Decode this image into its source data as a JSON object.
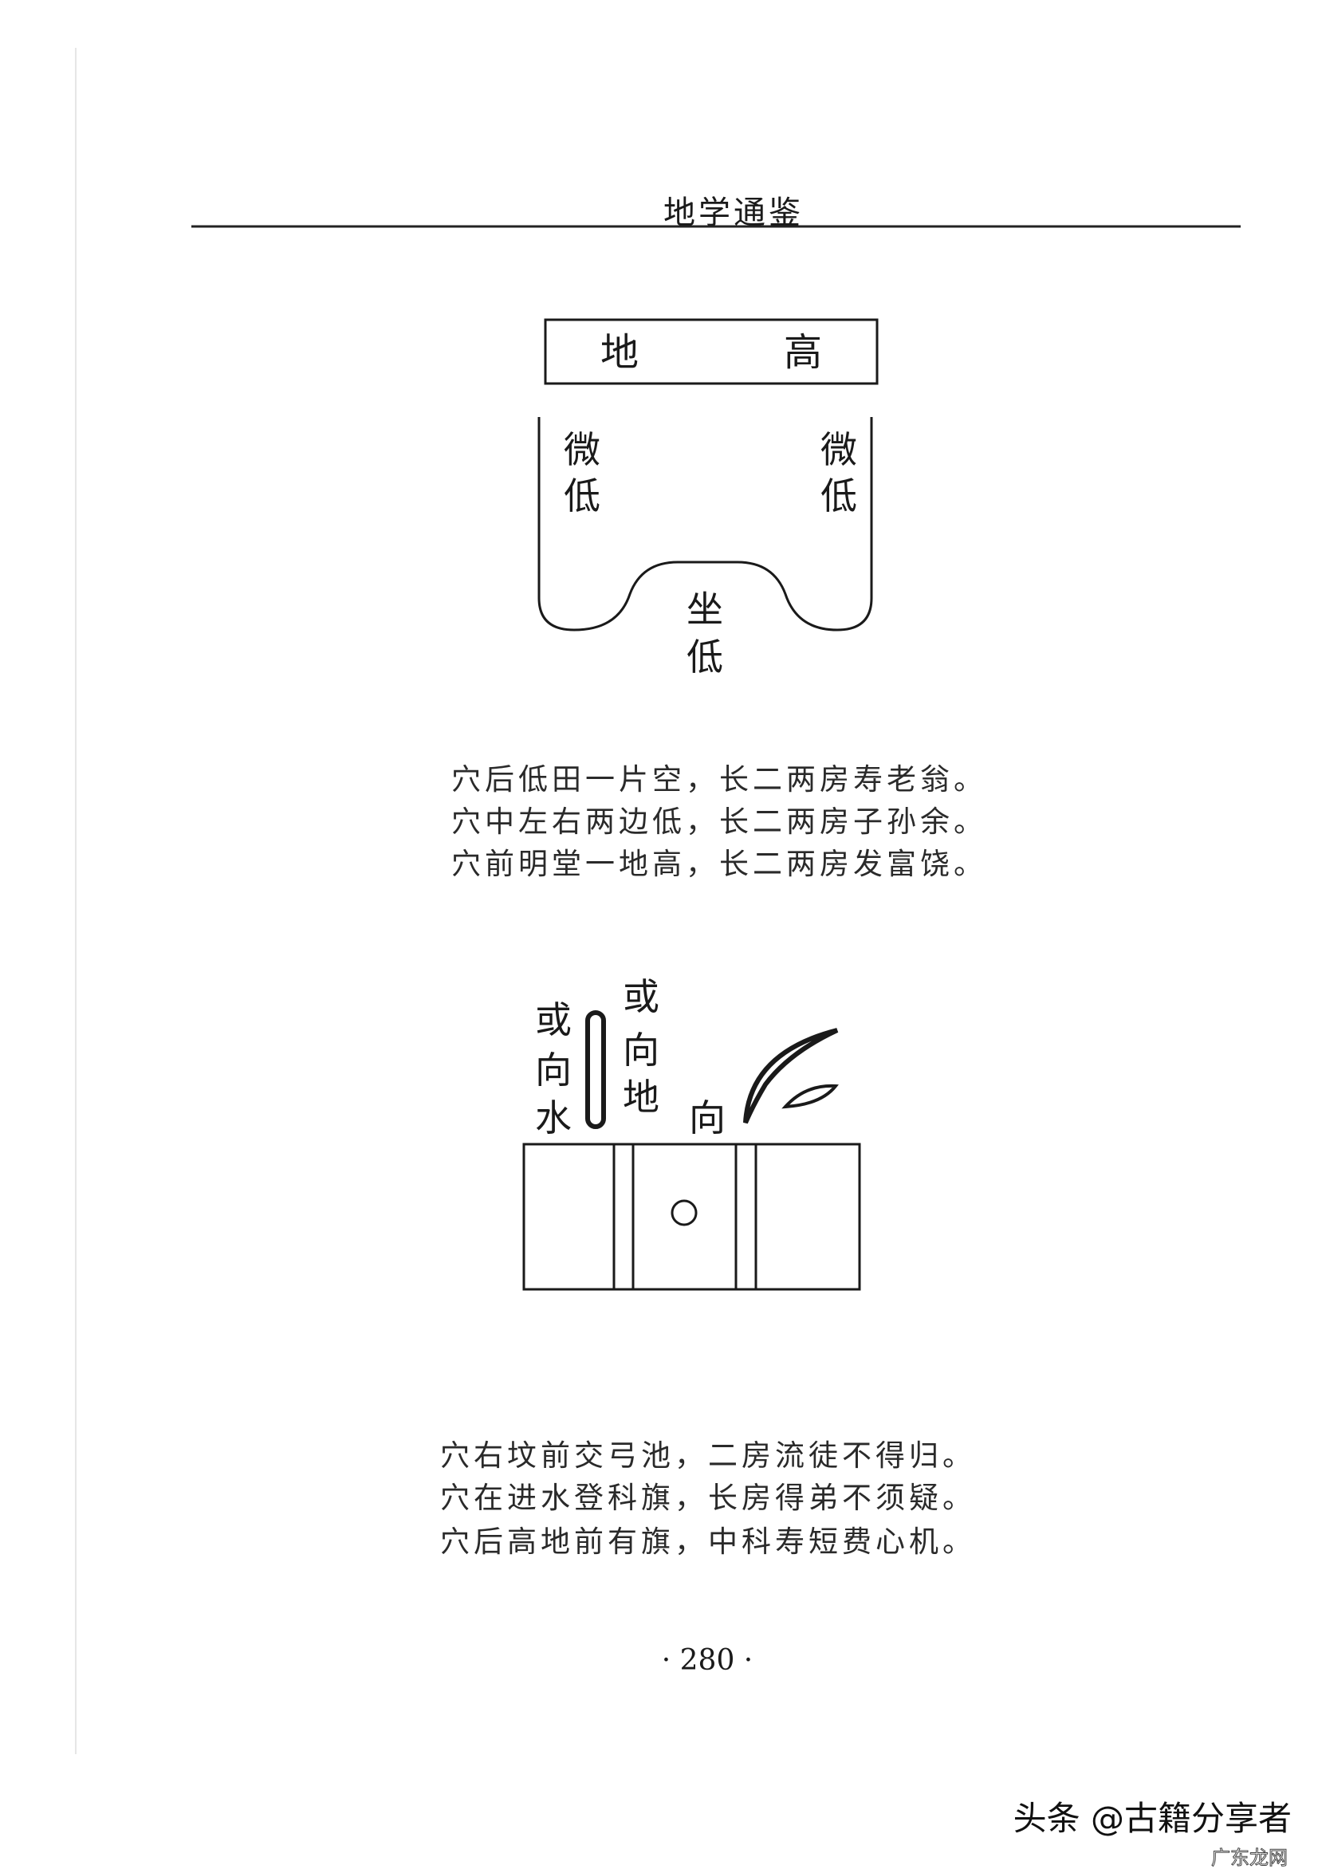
{
  "header": {
    "title": "地学通鉴"
  },
  "figure1": {
    "top_box": {
      "left": "地",
      "right": "高"
    },
    "left_labels": [
      "微",
      "低"
    ],
    "right_labels": [
      "微",
      "低"
    ],
    "bottom_labels": [
      "坐",
      "低"
    ]
  },
  "verse1": [
    "穴后低田一片空，长二两房寿老翁。",
    "穴中左右两边低，长二两房子孙余。",
    "穴前明堂一地高，长二两房发富饶。"
  ],
  "figure2": {
    "col_water": [
      "或",
      "向",
      "水"
    ],
    "col_land": [
      "或",
      "向",
      "地"
    ],
    "facing": "向"
  },
  "verse2": [
    "穴右坟前交弓池，二房流徒不得归。",
    "穴在进水登科旗，长房得弟不须疑。",
    "穴后高地前有旗，中科寿短费心机。"
  ],
  "page_number": "· 280 ·",
  "watermark": {
    "main": "头条 @古籍分享者",
    "sub": "广东龙网"
  }
}
